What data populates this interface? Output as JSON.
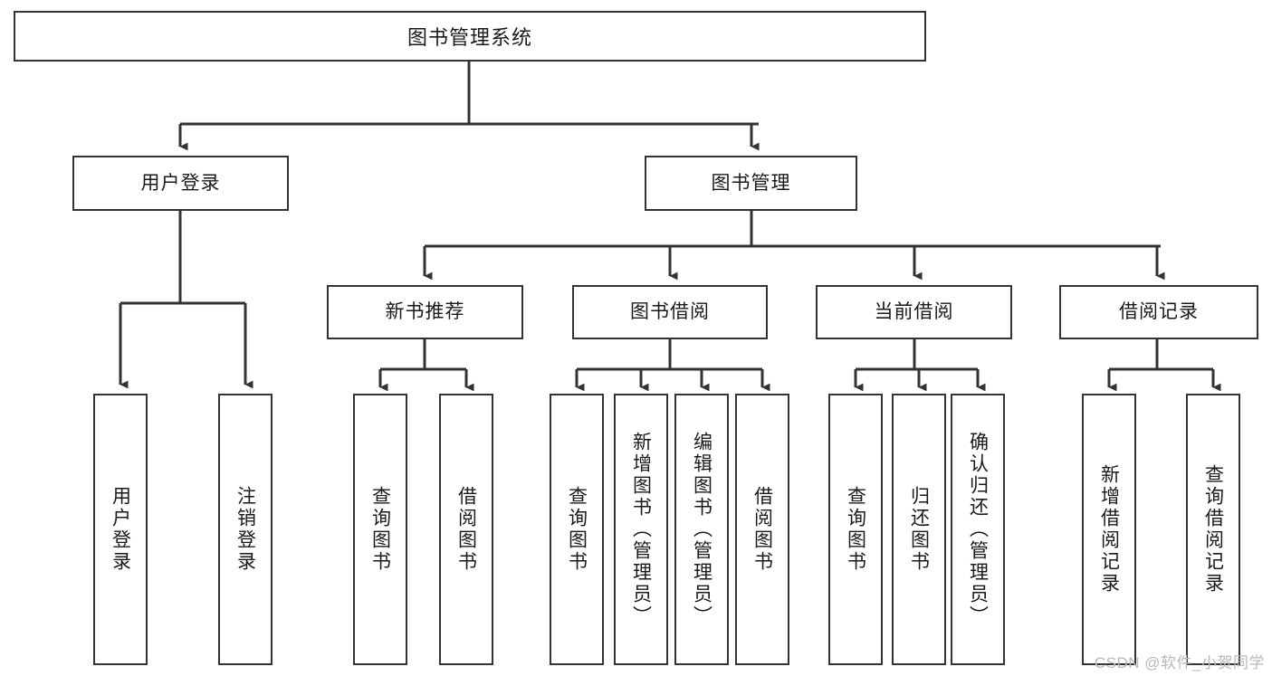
{
  "diagram": {
    "title": "图书管理系统",
    "root": {
      "label": "图书管理系统"
    },
    "level1": [
      {
        "label": "用户登录"
      },
      {
        "label": "图书管理"
      }
    ],
    "level2": [
      {
        "label": "新书推荐"
      },
      {
        "label": "图书借阅"
      },
      {
        "label": "当前借阅"
      },
      {
        "label": "借阅记录"
      }
    ],
    "leaves": {
      "user_login": [
        {
          "label": "用户登录"
        },
        {
          "label": "注销登录"
        }
      ],
      "new_book_recommend": [
        {
          "label": "查询图书"
        },
        {
          "label": "借阅图书"
        }
      ],
      "book_borrow": [
        {
          "label": "查询图书"
        },
        {
          "label": "新增图书（管理员）"
        },
        {
          "label": "编辑图书（管理员）"
        },
        {
          "label": "借阅图书"
        }
      ],
      "current_borrow": [
        {
          "label": "查询图书"
        },
        {
          "label": "归还图书"
        },
        {
          "label": "确认归还（管理员）"
        }
      ],
      "borrow_record": [
        {
          "label": "新增借阅记录"
        },
        {
          "label": "查询借阅记录"
        }
      ]
    }
  },
  "watermark": {
    "text": "CSDN @软件_小贺同学"
  },
  "colors": {
    "box_border": "#333333",
    "box_fill": "#ffffff",
    "connector": "#333333",
    "text": "#1a1a1a",
    "watermark": "#b9b9b9"
  }
}
